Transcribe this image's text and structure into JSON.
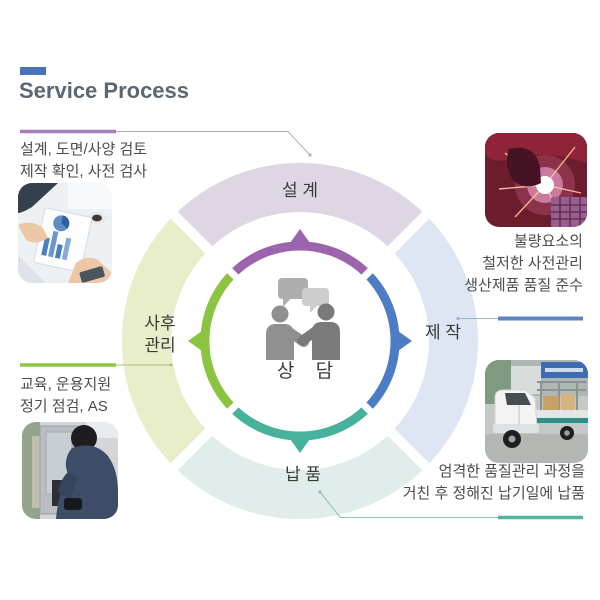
{
  "header": {
    "title": "Service Process",
    "title_color": "#5b6772",
    "accent_dash_color": "#4a72b8"
  },
  "center": {
    "label": "상 담",
    "icon": "handshake-consultation-icon",
    "icon_color": "#8a8a8a"
  },
  "stages": {
    "design": {
      "label": "설 계",
      "arc_color": "#9d64ae",
      "ring_color": "#ded7e3",
      "connector_color": "#a77cba",
      "note_lines": [
        "설계, 도면/사양 검토",
        "제작 확인, 사전 검사"
      ]
    },
    "manufacture": {
      "label": "제 작",
      "arc_color": "#4c7dc4",
      "ring_color": "#dde6f2",
      "connector_color": "#5f85bf",
      "note_lines": [
        "불량요소의",
        "철저한 사전관리",
        "생산제품 품질 준수"
      ]
    },
    "delivery": {
      "label": "납 품",
      "arc_color": "#47b29c",
      "ring_color": "#e1edeb",
      "connector_color": "#54b2a2",
      "note_lines": [
        "엄격한 품질관리 과정을",
        "거친 후 정해진 납기일에 납품"
      ]
    },
    "aftercare": {
      "label_line1": "사후",
      "label_line2": "관리",
      "arc_color": "#8bc440",
      "ring_color": "#e9eeca",
      "connector_color": "#8dc63f",
      "note_lines": [
        "교육, 운용지원",
        "정기 점검, AS"
      ]
    }
  },
  "photos": {
    "design": "business-meeting-photo",
    "manufacture": "welding-work-photo",
    "delivery": "delivery-truck-photo",
    "aftercare": "equipment-service-photo"
  }
}
